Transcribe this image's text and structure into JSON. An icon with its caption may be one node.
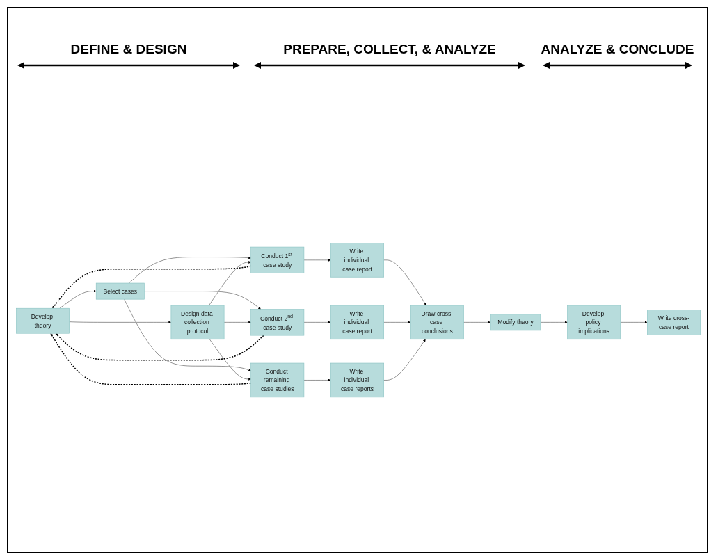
{
  "diagram": {
    "nodes": [
      {
        "text": [
          "Develop theory"
        ]
      },
      {
        "text": [
          "Select cases"
        ]
      },
      {
        "text": [
          "Design data collection protocol"
        ]
      },
      {
        "text": [
          "Conduct 1$^{st}$ case study"
        ]
      },
      {
        "text": [
          "Write individual case report"
        ]
      },
      {
        "text": [
          "Conduct 2$^{nd}$ case study"
        ]
      },
      {
        "text": [
          "Write individual case report"
        ]
      },
      {
        "text": [
          "Conduct remaining case studies"
        ]
      },
      {
        "text": [
          "Write individual case reports"
        ]
      },
      {
        "text": [
          "Draw cross-case conclusions"
        ]
      },
      {
        "text": [
          "Modify theory"
        ]
      },
      {
        "text": [
          "Develop policy implications"
        ]
      },
      {
        "text": [
          "Write cross-case report"
        ]
      }
    ],
    "edges": [
      {
        "from": 0,
        "to": 1,
        "arrow": "to"
      },
      {
        "from": 0,
        "to": 2,
        "arrow": "to"
      },
      {
        "from": 1,
        "to": 3,
        "arrow": "to"
      },
      {
        "from": 1,
        "to": 5,
        "arrow": "to"
      },
      {
        "from": 1,
        "to": 7,
        "arrow": "to"
      },
      {
        "from": 2,
        "to": 3,
        "arrow": "to"
      },
      {
        "from": 2,
        "to": 5,
        "arrow": "to"
      },
      {
        "from": 2,
        "to": 7,
        "arrow": "to"
      },
      {
        "from": 3,
        "to": 4,
        "arrow": "to"
      },
      {
        "from": 5,
        "to": 6,
        "arrow": "to"
      },
      {
        "from": 7,
        "to": 8,
        "arrow": "to"
      },
      {
        "from": 4,
        "to": 9,
        "arrow": "to"
      },
      {
        "from": 6,
        "to": 9,
        "arrow": "to"
      },
      {
        "from": 8,
        "to": 9,
        "arrow": "to"
      },
      {
        "from": 9,
        "to": 10,
        "arrow": "to"
      },
      {
        "from": 10,
        "to": 11,
        "arrow": "to"
      },
      {
        "from": 11,
        "to": 12,
        "arrow": "to"
      },
      {
        "from": 3,
        "to": 0,
        "arrow": "to",
        "style": "dashed"
      },
      {
        "from": 5,
        "to": 0,
        "arrow": "to",
        "style": "dashed"
      },
      {
        "from": 7,
        "to": 0,
        "arrow": "to",
        "style": "dashed"
      }
    ],
    "labels": [
      "DEFINE & DESIGN",
      "PREPARE, COLLECT, & ANALYZE",
      "ANALYZE & CONCLUDE"
    ]
  }
}
